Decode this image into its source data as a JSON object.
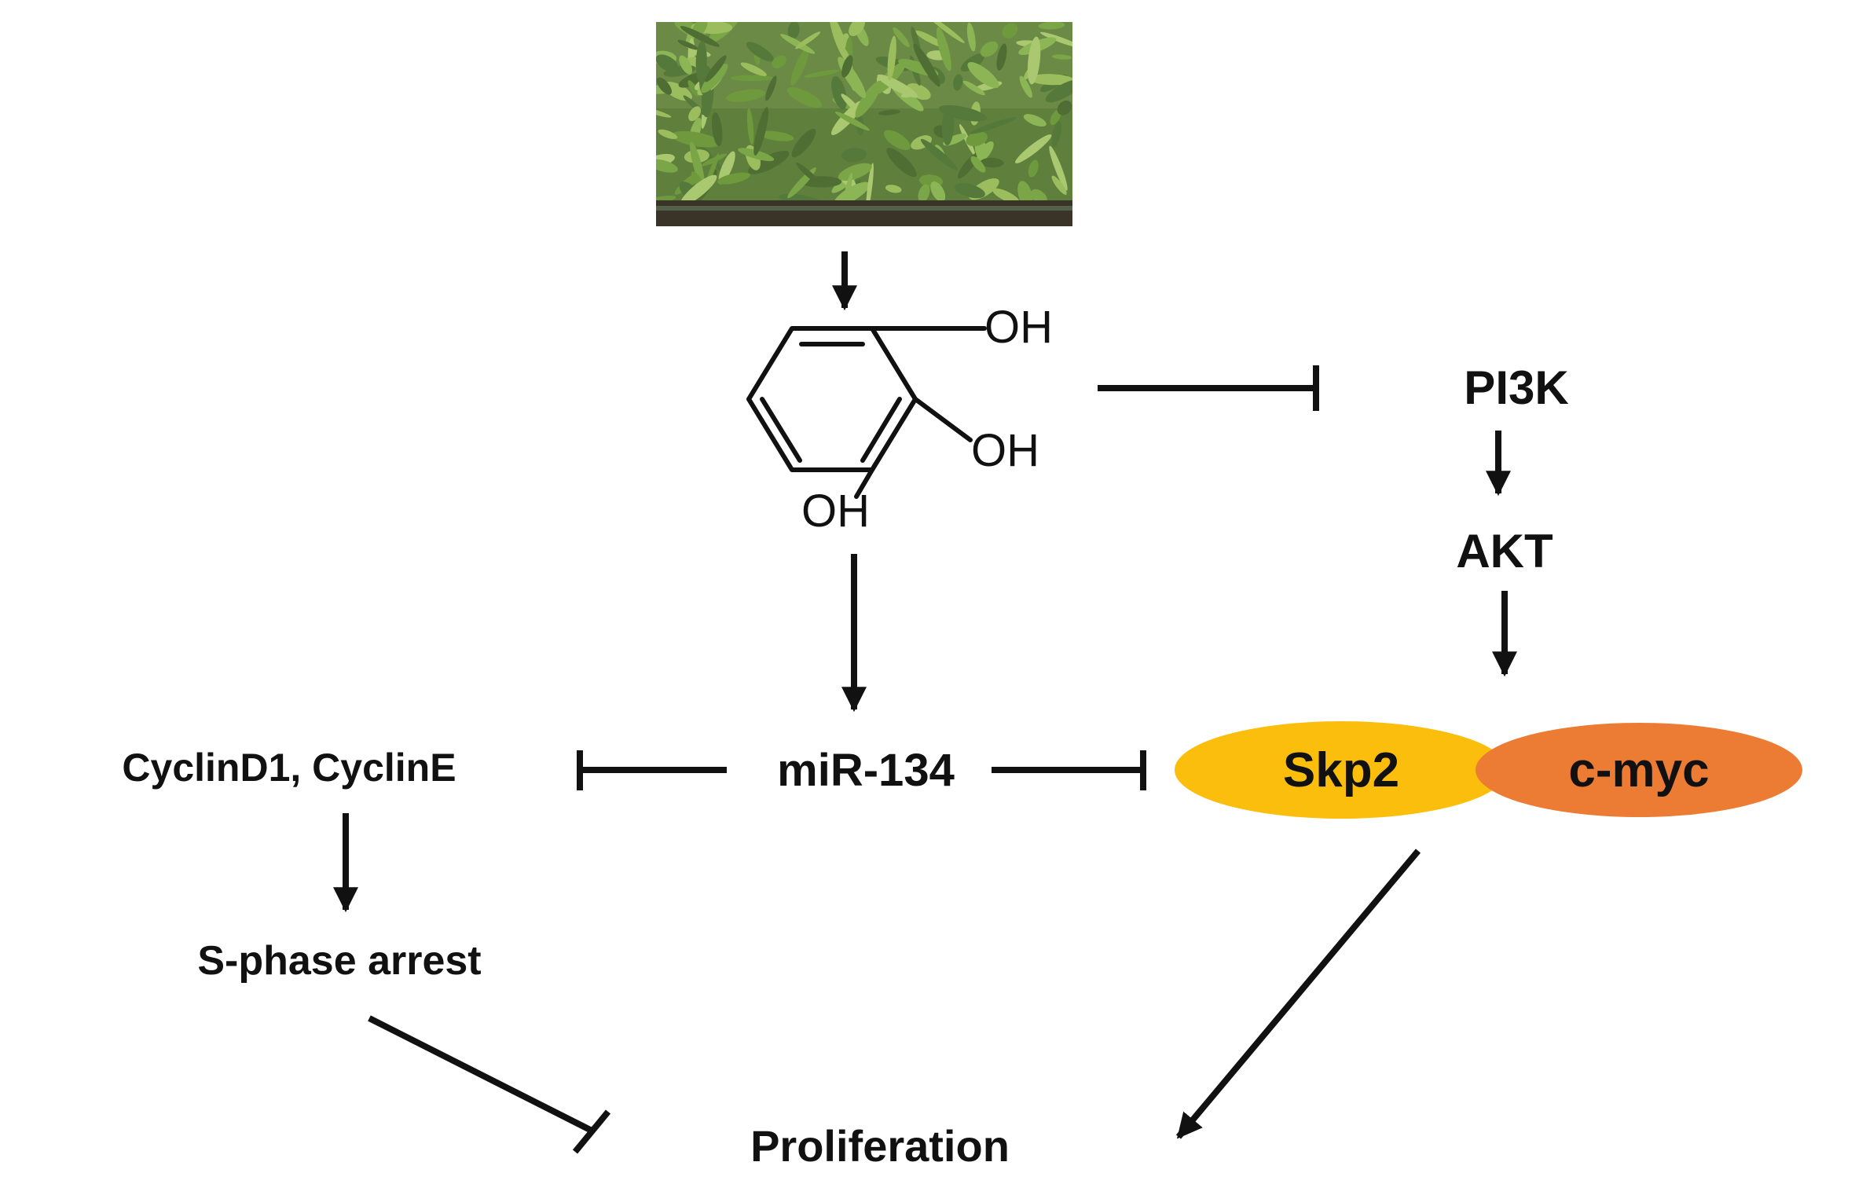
{
  "plant_photo": {
    "icon": "mimosa-plant-photo",
    "colors": {
      "foliage": "#7fa84a",
      "soil": "#3a3328"
    }
  },
  "compound": {
    "icon": "pyrogallol-structure",
    "oh1": "OH",
    "oh2": "OH",
    "oh3": "OH"
  },
  "nodes": {
    "pi3k": "PI3K",
    "akt": "AKT",
    "mir": "miR-134",
    "cyclins": "CyclinD1, CyclinE",
    "sphase": "S-phase arrest",
    "proliferation": "Proliferation",
    "skp2": "Skp2",
    "cmyc": "c-myc"
  },
  "colors": {
    "skp2": "#fbbe0d",
    "cmyc": "#ec7b33",
    "ink": "#111111"
  }
}
